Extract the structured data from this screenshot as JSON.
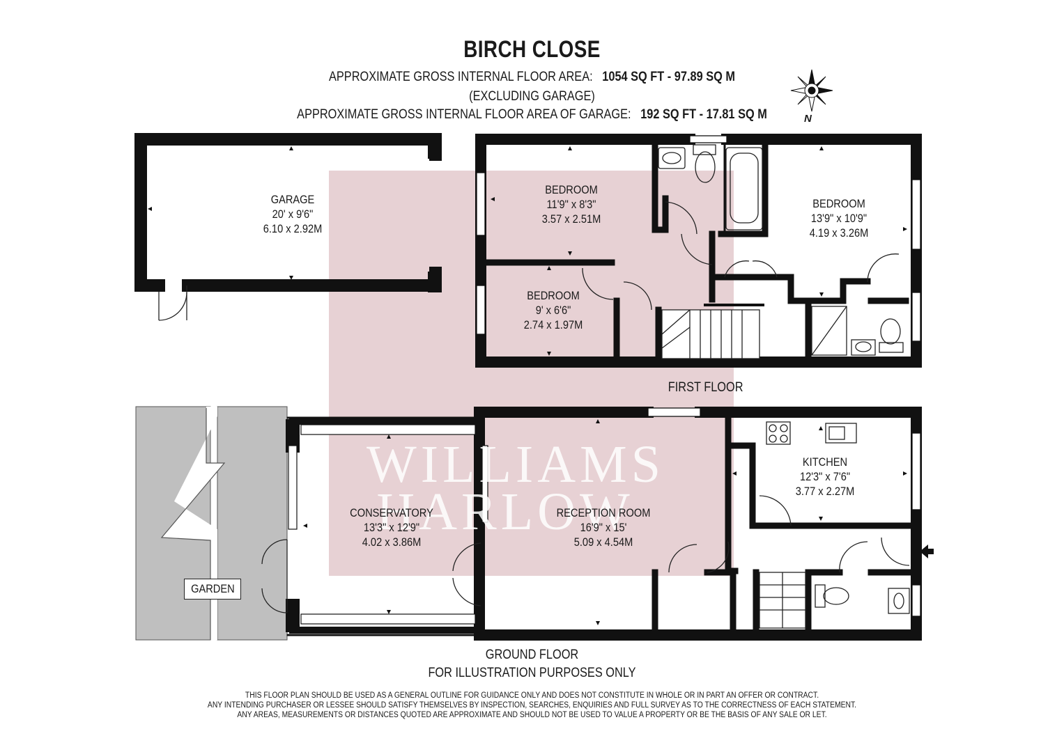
{
  "header": {
    "title": "BIRCH CLOSE",
    "area_label": "APPROXIMATE GROSS INTERNAL FLOOR AREA:",
    "area_value": "1054 SQ FT  -  97.89 SQ M",
    "excluding": "(EXCLUDING GARAGE)",
    "garage_area_label": "APPROXIMATE GROSS INTERNAL FLOOR AREA OF GARAGE:",
    "garage_area_value": "192 SQ FT  -  17.81 SQ M"
  },
  "compass": {
    "label": "N"
  },
  "rooms": {
    "garage": {
      "name": "GARAGE",
      "imperial": "20' x 9'6\"",
      "metric": "6.10 x 2.92M"
    },
    "bedroom1": {
      "name": "BEDROOM",
      "imperial": "11'9\" x 8'3\"",
      "metric": "3.57 x 2.51M"
    },
    "bedroom2": {
      "name": "BEDROOM",
      "imperial": "9' x 6'6\"",
      "metric": "2.74 x 1.97M"
    },
    "bedroom3": {
      "name": "BEDROOM",
      "imperial": "13'9\" x 10'9\"",
      "metric": "4.19 x 3.26M"
    },
    "conservatory": {
      "name": "CONSERVATORY",
      "imperial": "13'3\" x 12'9\"",
      "metric": "4.02 x 3.86M"
    },
    "reception": {
      "name": "RECEPTION ROOM",
      "imperial": "16'9\" x 15'",
      "metric": "5.09 x 4.54M"
    },
    "kitchen": {
      "name": "KITCHEN",
      "imperial": "12'3\" x 7'6\"",
      "metric": "3.77 x 2.27M"
    },
    "garden": {
      "name": "GARDEN"
    }
  },
  "floors": {
    "first": "FIRST FLOOR",
    "ground": "GROUND FLOOR",
    "illustration": "FOR ILLUSTRATION PURPOSES ONLY"
  },
  "watermark": {
    "line1": "WILLIAMS",
    "line2": "HARLOW",
    "color": "#d9b7bd"
  },
  "disclaimer": [
    "THIS FLOOR PLAN SHOULD BE USED AS A GENERAL OUTLINE FOR GUIDANCE ONLY AND DOES NOT CONSTITUTE IN WHOLE OR IN PART AN OFFER OR CONTRACT.",
    "ANY INTENDING PURCHASER OR LESSEE SHOULD SATISFY THEMSELVES BY INSPECTION, SEARCHES, ENQUIRIES AND FULL SURVEY AS TO THE CORRECTNESS OF EACH STATEMENT.",
    "ANY AREAS, MEASUREMENTS OR DISTANCES QUOTED ARE APPROXIMATE AND SHOULD NOT BE USED TO VALUE A PROPERTY OR BE THE BASIS OF ANY SALE OR LET."
  ],
  "colors": {
    "wall": "#111111",
    "garden": "#bfbfbf",
    "overlay": "#e3c9cd"
  }
}
